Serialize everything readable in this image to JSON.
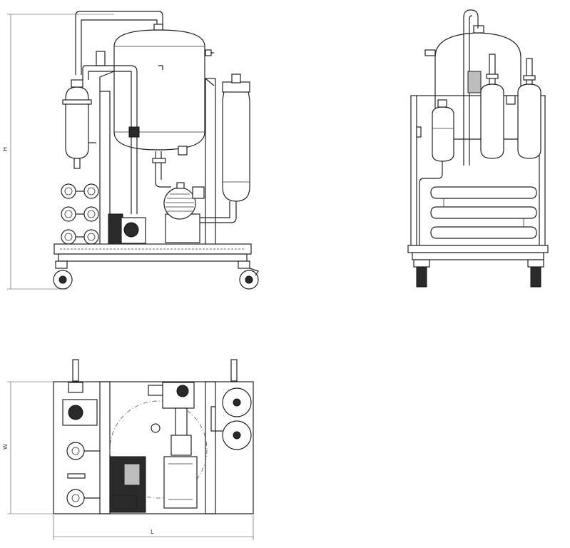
{
  "dimensions": {
    "height_label": "H",
    "width_label": "W",
    "length_label": "L"
  },
  "views": [
    {
      "name": "front-elevation"
    },
    {
      "name": "side-elevation"
    },
    {
      "name": "top-plan"
    }
  ]
}
